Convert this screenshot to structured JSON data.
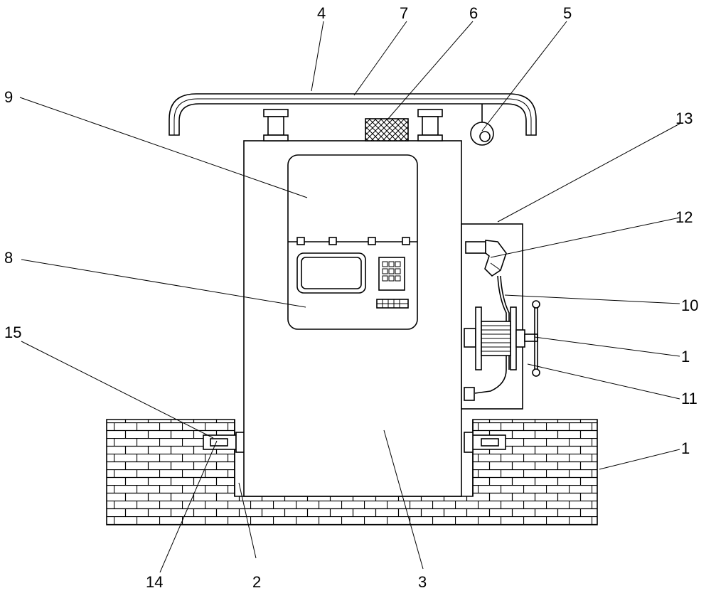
{
  "labels": {
    "l1": "4",
    "l2": "7",
    "l3": "6",
    "l4": "5",
    "l5": "9",
    "l6": "13",
    "l7": "12",
    "l8": "8",
    "l9": "10",
    "l10": "1",
    "l11": "15",
    "l12": "11",
    "l13": "1",
    "l14": "14",
    "l15": "2",
    "l16": "3"
  }
}
